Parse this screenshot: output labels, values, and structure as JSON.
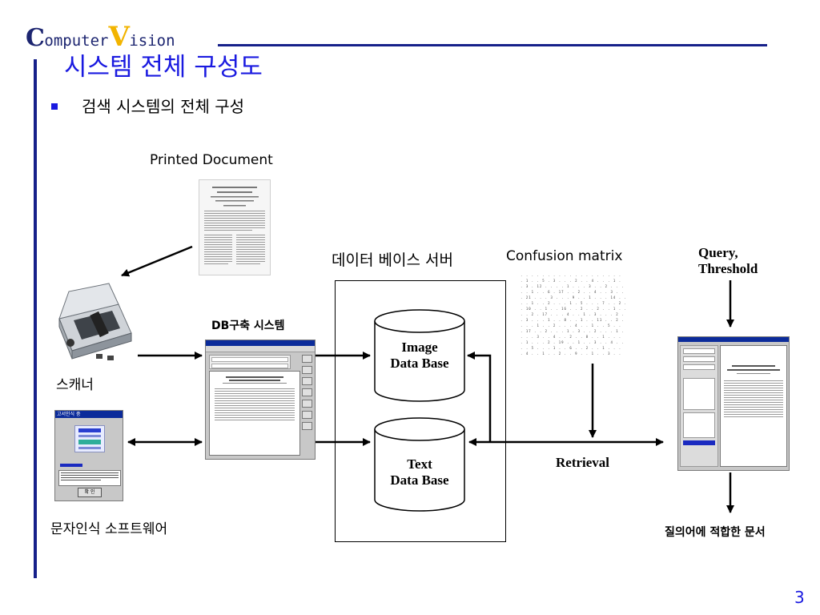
{
  "logo": {
    "first_letter": "C",
    "part1": "omputer",
    "second_letter": "V",
    "part2": "ision"
  },
  "title": "시스템 전체 구성도",
  "bullet": "검색 시스템의 전체 구성",
  "labels": {
    "printed_document": "Printed Document",
    "scanner": "스캐너",
    "ocr_software": "문자인식 소프트웨어",
    "db_build_system": "DB구축 시스템",
    "db_server": "데이터 베이스 서버",
    "image_db_line1": "Image",
    "image_db_line2": "Data Base",
    "text_db_line1": "Text",
    "text_db_line2": "Data Base",
    "confusion_matrix": "Confusion matrix",
    "query_line1": "Query,",
    "query_line2": "Threshold",
    "retrieval": "Retrieval",
    "matched_docs": "질의어에 적합한 문서"
  },
  "ocr_window": {
    "title": "고서인식 중",
    "button": "확 인"
  },
  "page_number": "3",
  "colors": {
    "accent_blue": "#16208a",
    "title_blue": "#1a1ae0",
    "logo_gold": "#f2b400"
  }
}
